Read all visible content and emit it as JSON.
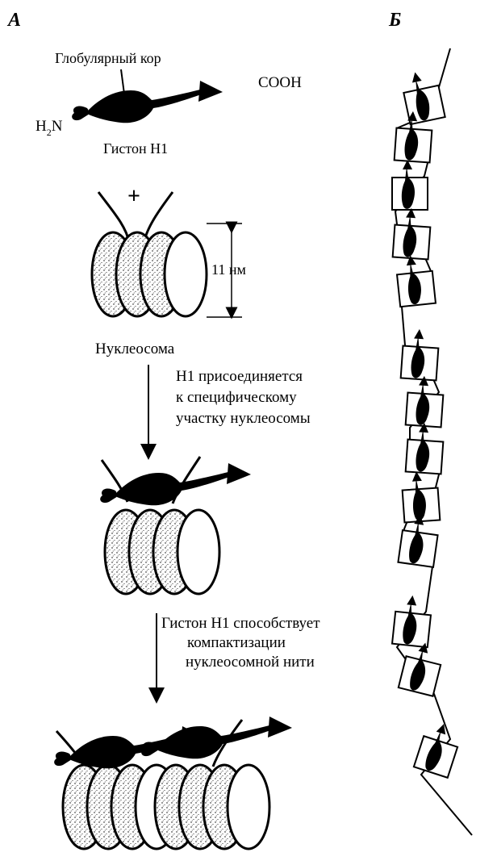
{
  "panels": {
    "a": "А",
    "b": "Б"
  },
  "histone": {
    "core_label": "Глобулярный кор",
    "n_terminus": "H",
    "n_terminus_sub": "2",
    "n_terminus_tail": "N",
    "c_terminus": "COOH",
    "name": "Гистон  H1"
  },
  "nucleosome": {
    "charge": "+",
    "size": "11 нм",
    "label": "Нуклеосома"
  },
  "step1": [
    "H1 присоединяется",
    "к специфическому",
    "участку нуклеосомы"
  ],
  "step2": [
    "Гистон H1 способствует",
    "компактизации",
    "нуклеосомной нити"
  ],
  "chain": {
    "units": 13
  }
}
